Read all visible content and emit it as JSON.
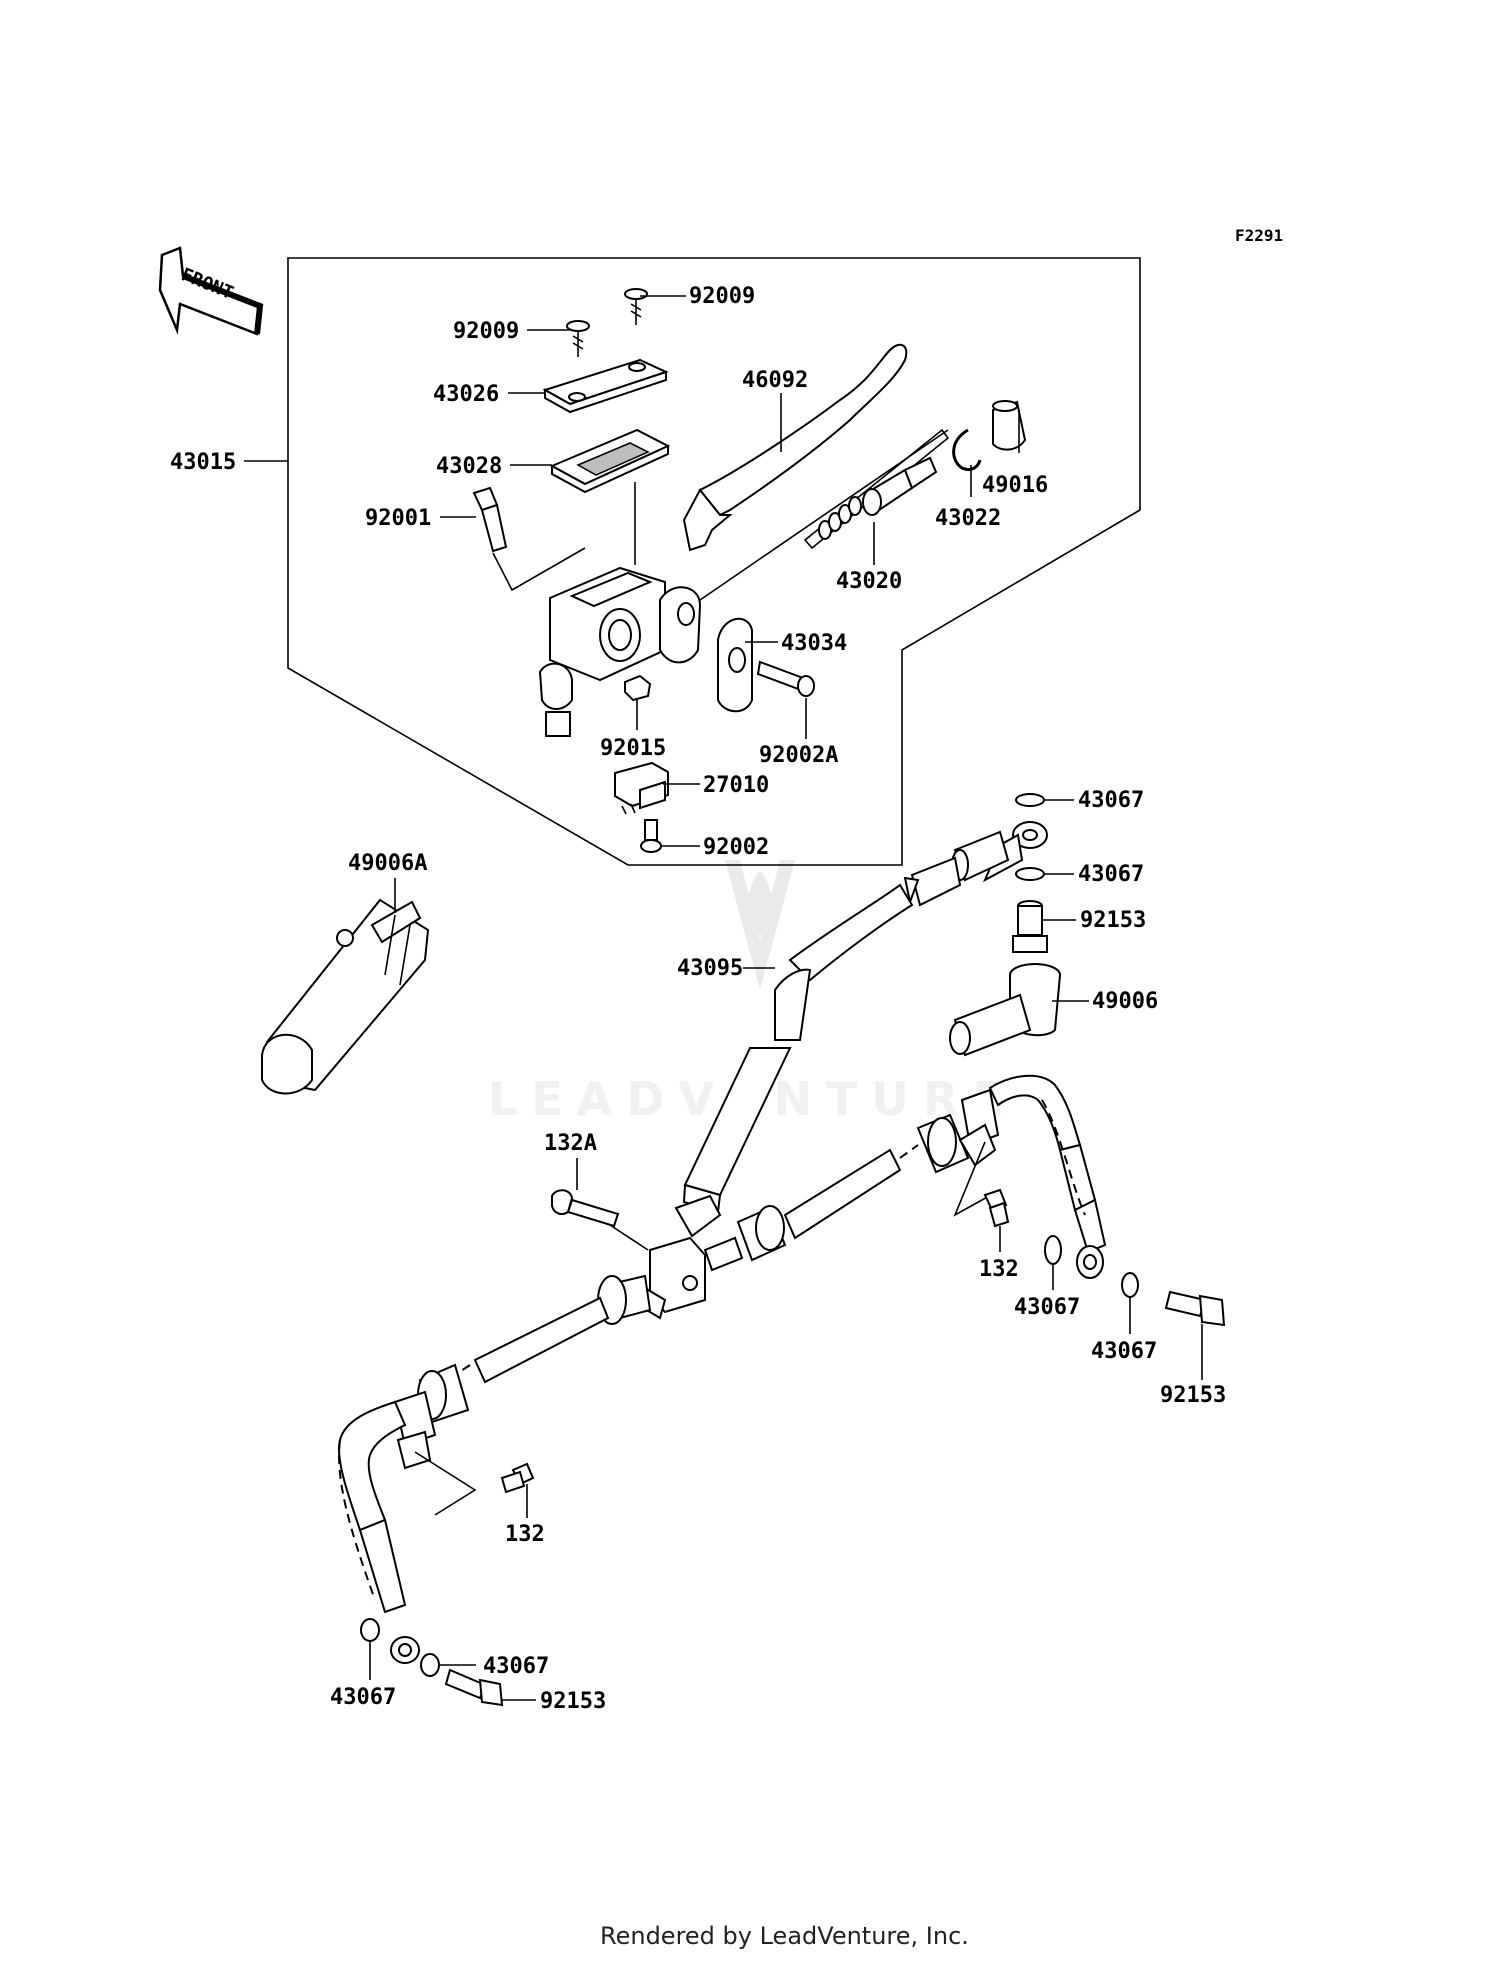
{
  "diagram": {
    "code": "F2291",
    "direction_label": "FRONT",
    "footer": "Rendered by LeadVenture, Inc.",
    "watermark": "LEADVENTURE",
    "callouts": [
      "92009",
      "92009",
      "43026",
      "43028",
      "43015",
      "92001",
      "46092",
      "49016",
      "43022",
      "43020",
      "43034",
      "92015",
      "92002A",
      "27010",
      "92002",
      "43067",
      "43067",
      "92153",
      "49006A",
      "43095",
      "49006",
      "132A",
      "132",
      "43067",
      "43067",
      "92153",
      "132",
      "43067",
      "43067",
      "92153"
    ]
  }
}
